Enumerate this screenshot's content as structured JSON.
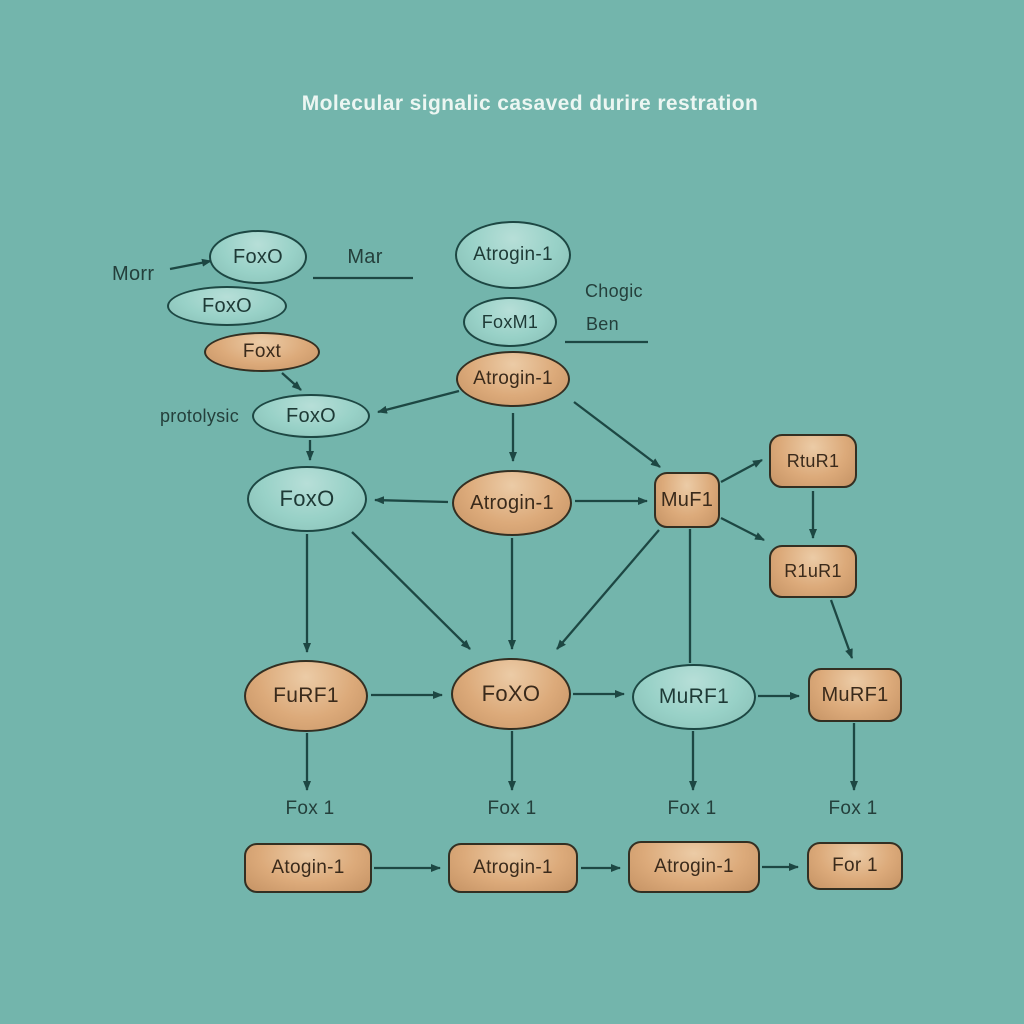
{
  "title": "Molecular signalic casaved durire restration",
  "colors": {
    "background": "#73b5ac",
    "teal_fill": "#98d1c7",
    "tan_fill": "#dcaa7a",
    "stroke": "#1d4743",
    "tan_stroke": "#332f22",
    "title_text": "#ecf6f2",
    "label_text": "#243f3b"
  },
  "nodes": [
    {
      "id": "foxo-top",
      "label": "FoxO",
      "shape": "ellipse",
      "color": "teal"
    },
    {
      "id": "foxo-mid",
      "label": "FoxO",
      "shape": "ellipse",
      "color": "teal"
    },
    {
      "id": "foxt",
      "label": "Foxt",
      "shape": "ellipse",
      "color": "tan"
    },
    {
      "id": "atrogin-top",
      "label": "Atrogin-1",
      "shape": "ellipse",
      "color": "teal"
    },
    {
      "id": "foxm1",
      "label": "FoxM1",
      "shape": "ellipse",
      "color": "teal"
    },
    {
      "id": "atrogin-upper",
      "label": "Atrogin-1",
      "shape": "ellipse",
      "color": "tan"
    },
    {
      "id": "foxo-proteolysis",
      "label": "FoxO",
      "shape": "ellipse",
      "color": "teal"
    },
    {
      "id": "foxo-center",
      "label": "FoxO",
      "shape": "ellipse",
      "color": "teal"
    },
    {
      "id": "atrogin-center",
      "label": "Atrogin-1",
      "shape": "ellipse",
      "color": "tan"
    },
    {
      "id": "muf1",
      "label": "MuF1",
      "shape": "rect",
      "color": "tan"
    },
    {
      "id": "rtur1",
      "label": "RtuR1",
      "shape": "rect",
      "color": "tan"
    },
    {
      "id": "r1ur1",
      "label": "R1uR1",
      "shape": "rect",
      "color": "tan"
    },
    {
      "id": "furf1",
      "label": "FuRF1",
      "shape": "ellipse",
      "color": "tan"
    },
    {
      "id": "foxo-lower",
      "label": "FoXO",
      "shape": "ellipse",
      "color": "tan"
    },
    {
      "id": "murf1-teal",
      "label": "MuRF1",
      "shape": "ellipse",
      "color": "teal"
    },
    {
      "id": "murf1-tan",
      "label": "MuRF1",
      "shape": "rect",
      "color": "tan"
    },
    {
      "id": "atrogin-b1",
      "label": "Atogin-1",
      "shape": "rect",
      "color": "tan"
    },
    {
      "id": "atrogin-b2",
      "label": "Atrogin-1",
      "shape": "rect",
      "color": "tan"
    },
    {
      "id": "atrogin-b3",
      "label": "Atrogin-1",
      "shape": "rect",
      "color": "tan"
    },
    {
      "id": "for1",
      "label": "For 1",
      "shape": "rect",
      "color": "tan"
    }
  ],
  "annotations": {
    "morr": "Morr",
    "mar": "Mar",
    "chogic": "Chogic",
    "ben": "Ben",
    "protolysic": "protolysic",
    "fox1_a": "Fox 1",
    "fox1_b": "Fox 1",
    "fox1_c": "Fox 1",
    "fox1_d": "Fox 1"
  },
  "edges": [
    {
      "from": "morr-label",
      "to": "foxo-top",
      "type": "arrow"
    },
    {
      "from": "foxt",
      "to": "foxo-proteolysis",
      "type": "arrow"
    },
    {
      "from": "foxo-proteolysis",
      "to": "foxo-center",
      "type": "arrow"
    },
    {
      "from": "atrogin-upper",
      "to": "foxo-proteolysis",
      "type": "arrow"
    },
    {
      "from": "atrogin-upper",
      "to": "atrogin-center",
      "type": "arrow"
    },
    {
      "from": "atrogin-upper",
      "to": "muf1",
      "type": "arrow"
    },
    {
      "from": "atrogin-center",
      "to": "foxo-center",
      "type": "arrow"
    },
    {
      "from": "atrogin-center",
      "to": "muf1",
      "type": "arrow"
    },
    {
      "from": "muf1",
      "to": "rtur1",
      "type": "arrow"
    },
    {
      "from": "muf1",
      "to": "r1ur1",
      "type": "arrow"
    },
    {
      "from": "rtur1",
      "to": "r1ur1",
      "type": "arrow"
    },
    {
      "from": "r1ur1",
      "to": "murf1-tan",
      "type": "arrow"
    },
    {
      "from": "foxo-center",
      "to": "furf1",
      "type": "arrow"
    },
    {
      "from": "foxo-center",
      "to": "foxo-lower",
      "type": "arrow"
    },
    {
      "from": "atrogin-center",
      "to": "foxo-lower",
      "type": "arrow"
    },
    {
      "from": "muf1",
      "to": "foxo-lower",
      "type": "arrow"
    },
    {
      "from": "muf1",
      "to": "murf1-teal",
      "type": "line"
    },
    {
      "from": "furf1",
      "to": "foxo-lower",
      "type": "arrow"
    },
    {
      "from": "foxo-lower",
      "to": "murf1-teal",
      "type": "arrow"
    },
    {
      "from": "murf1-teal",
      "to": "murf1-tan",
      "type": "arrow"
    },
    {
      "from": "furf1",
      "to": "fox1_a",
      "type": "arrow"
    },
    {
      "from": "foxo-lower",
      "to": "fox1_b",
      "type": "arrow"
    },
    {
      "from": "murf1-teal",
      "to": "fox1_c",
      "type": "arrow"
    },
    {
      "from": "murf1-tan",
      "to": "fox1_d",
      "type": "arrow"
    },
    {
      "from": "atrogin-b1",
      "to": "atrogin-b2",
      "type": "arrow"
    },
    {
      "from": "atrogin-b2",
      "to": "atrogin-b3",
      "type": "arrow"
    },
    {
      "from": "atrogin-b3",
      "to": "for1",
      "type": "arrow"
    }
  ]
}
